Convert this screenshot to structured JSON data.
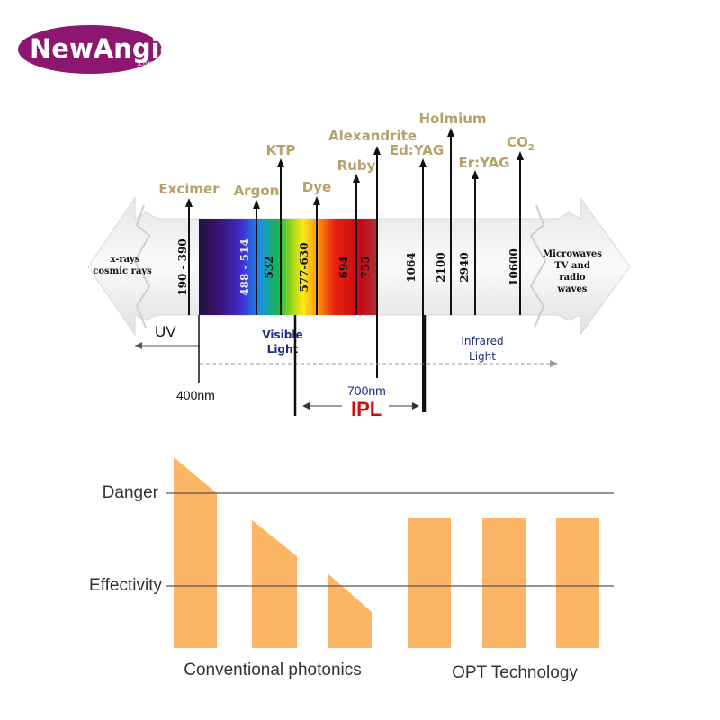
{
  "logo": {
    "brand": "NewAngie",
    "domain": ".com"
  },
  "spectrum": {
    "left_side_label_1": "x-rays",
    "left_side_label_2": "cosmic rays",
    "right_side_label_1": "Microwaves",
    "right_side_label_2": "TV and",
    "right_side_label_3": "radio",
    "right_side_label_4": "waves",
    "band_wavelengths": [
      "190 - 390",
      "488 - 514",
      "532",
      "577-630",
      "694",
      "755",
      "1064",
      "2100",
      "2940",
      "10600"
    ],
    "lasers": [
      "Excimer",
      "Argon",
      "KTP",
      "Dye",
      "Ruby",
      "Alexandrite",
      "Ed:YAG",
      "Holmium",
      "Er:YAG",
      "CO"
    ],
    "co2_subscript": "2",
    "uv_label": "UV",
    "visible_label_1": "Visible",
    "visible_label_2": "Light",
    "infrared_label_1": "Infrared",
    "infrared_label_2": "Light",
    "nm_400": "400nm",
    "nm_700": "700nm",
    "ipl_label": "IPL"
  },
  "chart_data": {
    "type": "bar",
    "reference_lines": [
      "Danger",
      "Effectivity"
    ],
    "groups": [
      {
        "label": "Conventional photonics",
        "bars": 3
      },
      {
        "label": "OPT Technology",
        "bars": 3
      }
    ],
    "colors": {
      "bar": "#fcb565",
      "line": "#555555"
    }
  }
}
